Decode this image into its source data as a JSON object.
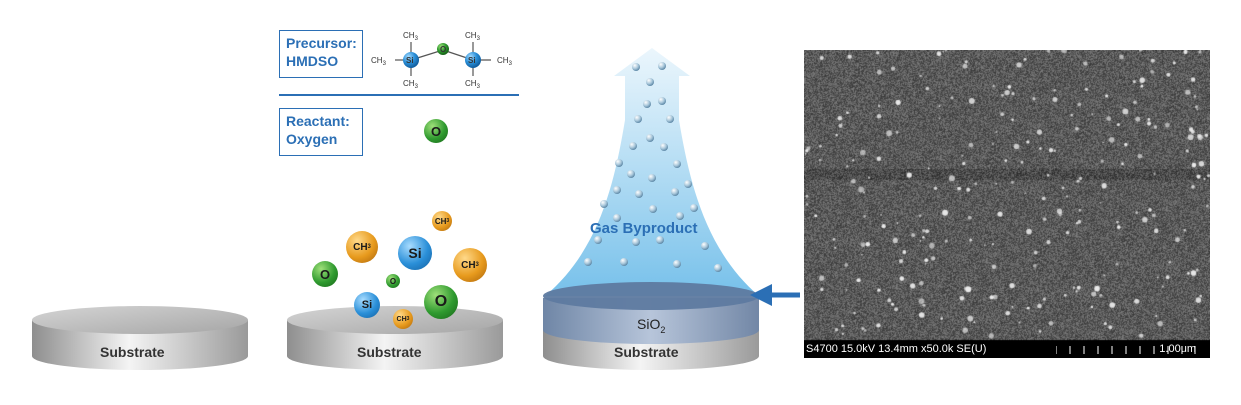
{
  "precursor": {
    "label_line1": "Precursor:",
    "label_line2": "HMDSO"
  },
  "reactant": {
    "label_line1": "Reactant:",
    "label_line2": "Oxygen"
  },
  "molecule": {
    "ch3": "CH",
    "sub3": "3",
    "si": "Si",
    "o": "O"
  },
  "substrate_label": "Substrate",
  "film_label": "SiO",
  "film_sub": "2",
  "gas_label": "Gas Byproduct",
  "atoms": {
    "o": "O",
    "si": "Si",
    "ch3": "CH",
    "sub3": "3"
  },
  "sem": {
    "info": "S4700 15.0kV 13.4mm x50.0k SE(U)",
    "scale": "1.00um"
  },
  "colors": {
    "accent": "#2b6fb5",
    "oxygen": "#2f9a2f",
    "silicon": "#2a8fd8",
    "methyl": "#e79a1d"
  }
}
